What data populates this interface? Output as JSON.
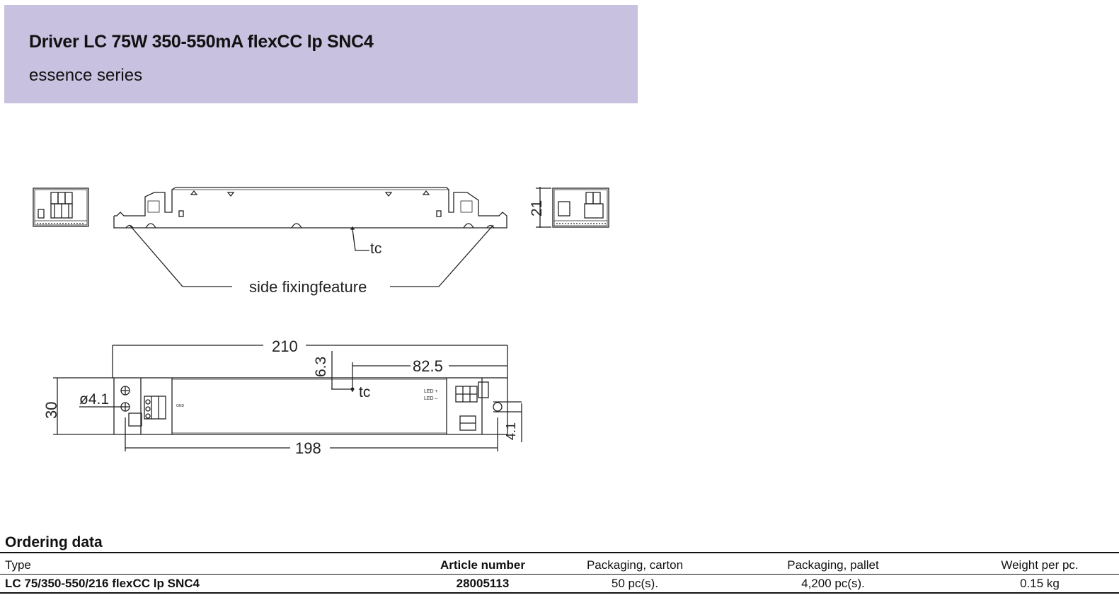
{
  "header": {
    "title": "Driver LC 75W 350-550mA flexCC lp SNC4",
    "subtitle": "essence series"
  },
  "drawing": {
    "tc_label": "tc",
    "side_fixing_label": "side fixingfeature",
    "dim_height": "21",
    "dim_length_total": "210",
    "dim_offset": "6.3",
    "dim_tc_position": "82.5",
    "dim_width": "30",
    "dim_hole": "ø4.1",
    "dim_mount_spacing": "198",
    "dim_slot": "4.1",
    "led_plus": "LED +",
    "led_minus": "LED –",
    "gnd": "GND"
  },
  "ordering": {
    "title": "Ordering data",
    "columns": [
      "Type",
      "Article number",
      "Packaging, carton",
      "Packaging, pallet",
      "Weight per pc."
    ],
    "rows": [
      [
        "LC 75/350-550/216 flexCC lp SNC4",
        "28005113",
        "50 pc(s).",
        "4,200 pc(s).",
        "0.15 kg"
      ]
    ]
  }
}
